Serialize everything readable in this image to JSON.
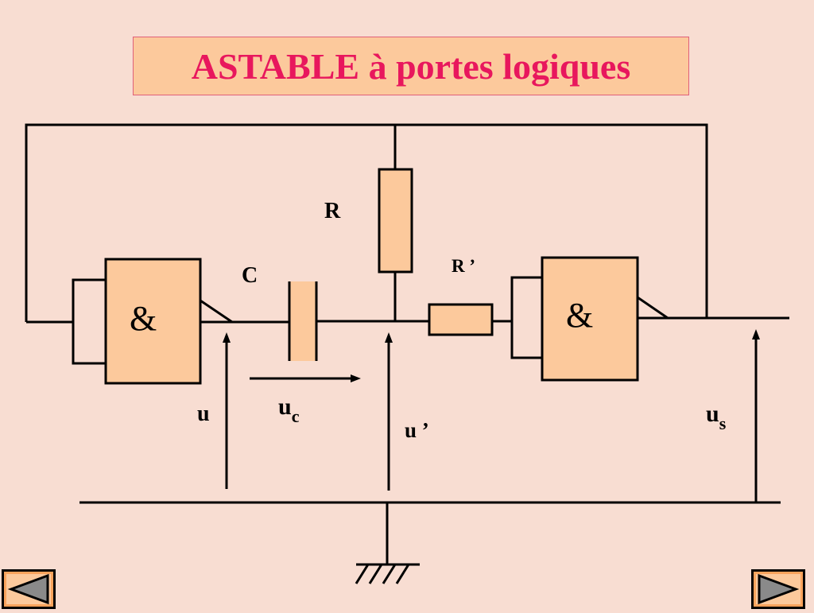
{
  "title": "ASTABLE à portes logiques",
  "labels": {
    "R": "R",
    "R_prime": "R ’",
    "C": "C",
    "u": "u",
    "uc_base": "u",
    "uc_sub": "c",
    "u_prime": "u ’",
    "us_base": "u",
    "us_sub": "s"
  },
  "gates": {
    "left_symbol": "&",
    "right_symbol": "&"
  },
  "colors": {
    "background": "#f8ddd2",
    "component_fill": "#fcc99c",
    "title_text": "#e8175d"
  },
  "nav": {
    "previous": "previous-icon",
    "next": "next-icon"
  }
}
